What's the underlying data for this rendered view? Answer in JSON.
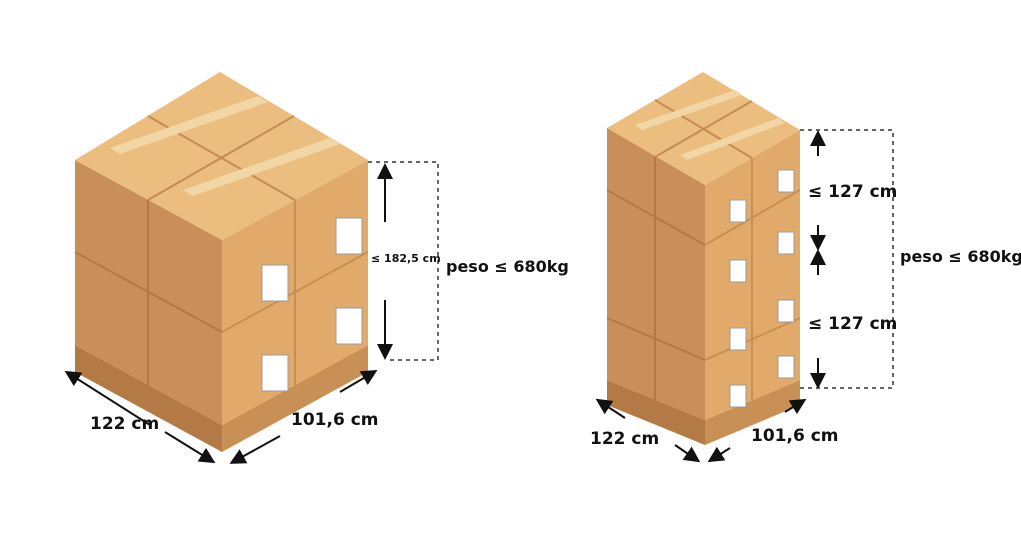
{
  "left_pallet": {
    "height_label": "≤ 182,5 cm",
    "weight_label": "peso ≤ 680kg",
    "length_label": "122 cm",
    "width_label": "101,6 cm"
  },
  "right_pallet": {
    "upper_height_label": "≤ 127 cm",
    "lower_height_label": "≤ 127 cm",
    "weight_label": "peso ≤ 680kg",
    "length_label": "122 cm",
    "width_label": "101,6 cm"
  },
  "colors": {
    "box_top": "#ebbd7e",
    "box_left": "#c98e5a",
    "box_right": "#e2aa6a",
    "pallet": "#c2864e",
    "tape": "#f3d6a6"
  }
}
